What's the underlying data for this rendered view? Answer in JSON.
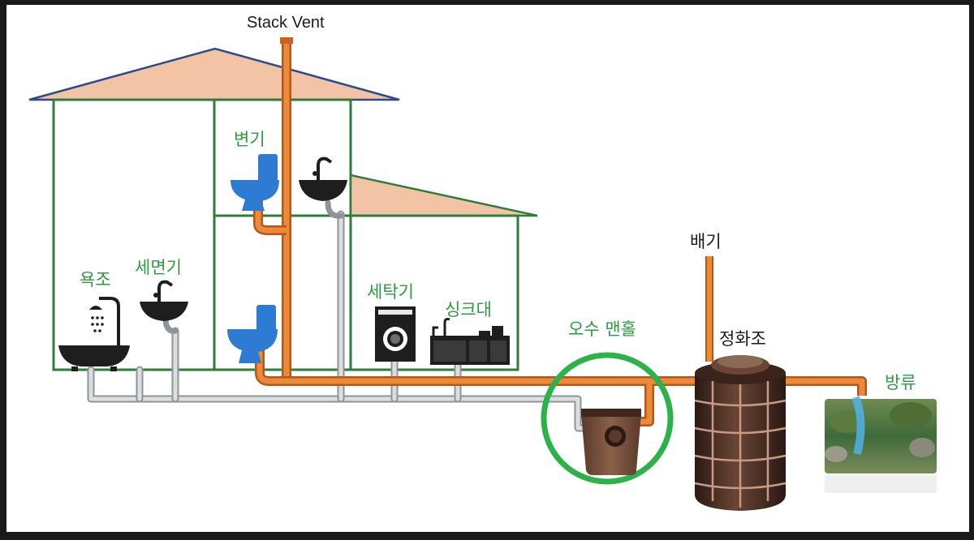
{
  "labels": {
    "stack_vent": "Stack Vent",
    "toilet": "변기",
    "bathtub": "욕조",
    "washbasin": "세면기",
    "washer": "세탁기",
    "sink": "싱크대",
    "manhole": "오수 맨홀",
    "exhaust": "배기",
    "septic_tank": "정화조",
    "discharge": "방류"
  },
  "colors": {
    "house_outline": "#2e7d3a",
    "roof_fill": "#f2c3a4",
    "roof_edge": "#2c4a8c",
    "soil_pipe": "#e07b2c",
    "drain_pipe": "#c6c9cc",
    "toilet_blue": "#2e7bd3",
    "manhole_ring": "#2db14a",
    "tank": "#4a2d22"
  }
}
